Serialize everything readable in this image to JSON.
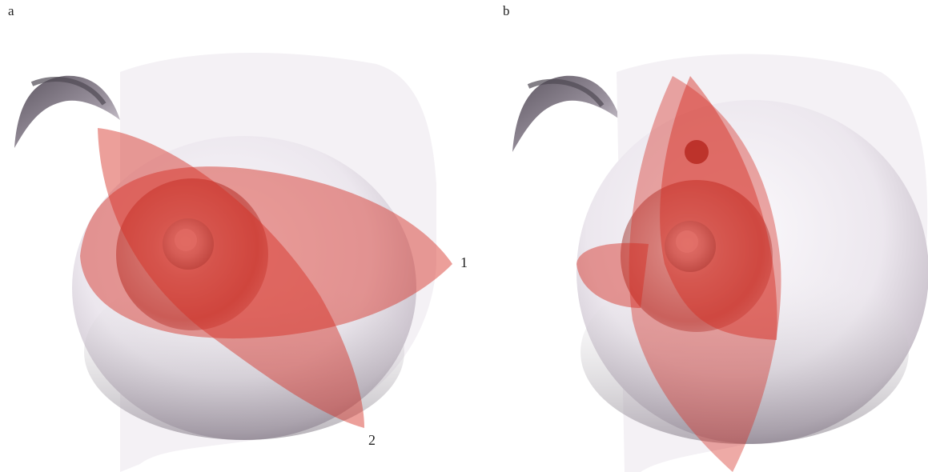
{
  "panels": [
    {
      "letter": "a",
      "callouts": [
        "1",
        "2"
      ]
    },
    {
      "letter": "b"
    }
  ],
  "colors": {
    "skin_light": "#f7f4f8",
    "skin_shadow": "#b8afbb",
    "areola": "#c8908e",
    "excision_red": "#d42a20"
  }
}
